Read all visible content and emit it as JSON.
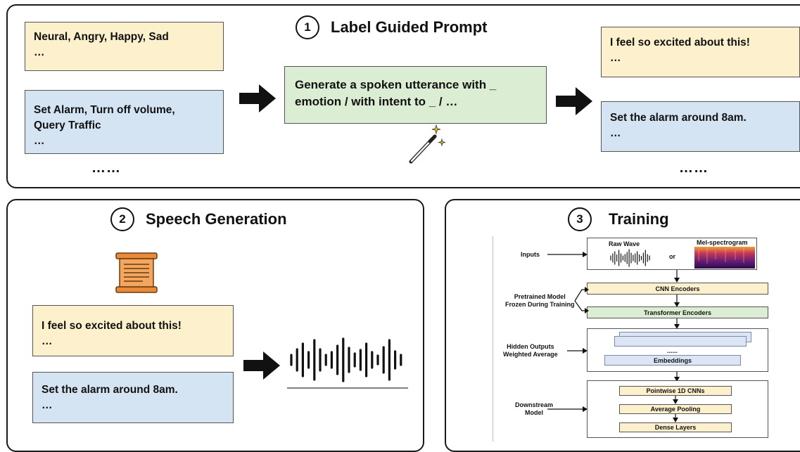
{
  "section1": {
    "number": "1",
    "title": "Label Guided Prompt",
    "emotion_box": [
      "Neural, Angry, Happy, Sad",
      "…"
    ],
    "intent_box": [
      "Set Alarm, Turn off volume,",
      "Query Traffic",
      "…"
    ],
    "left_ellipsis": "……",
    "prompt_box": [
      "Generate a spoken utterance with _",
      "emotion / with intent to _ / …"
    ],
    "output_emotion_box": [
      "I feel so excited about this!",
      "…"
    ],
    "output_intent_box": [
      "Set the alarm around 8am.",
      "…"
    ],
    "right_ellipsis": "……"
  },
  "section2": {
    "number": "2",
    "title": "Speech Generation",
    "text_box_1": [
      "I feel so excited about this!",
      "…"
    ],
    "text_box_2": [
      "Set the alarm around 8am.",
      "…"
    ]
  },
  "section3": {
    "number": "3",
    "title": "Training",
    "inputs_label": "Inputs",
    "raw_wave_label": "Raw Wave",
    "or_label": "or",
    "mel_label": "Mel-spectrogram",
    "pretrained_label": [
      "Pretrained Model",
      "Frozen During Training"
    ],
    "cnn_encoders": "CNN Encoders",
    "transformer_encoders": "Transformer Encoders",
    "hidden_label": [
      "Hidden Outputs",
      "Weighted Average"
    ],
    "embeddings_dots": "......",
    "embeddings": "Embeddings",
    "downstream_label": [
      "Downstream",
      "Model"
    ],
    "pointwise": "Pointwise 1D CNNs",
    "average_pooling": "Average Pooling",
    "dense_layers": "Dense Layers"
  },
  "colors": {
    "yellow_box": "#fdf1cd",
    "blue_box": "#d5e4f3",
    "green_box": "#dbeed3",
    "scroll_orange": "#e98a3a",
    "mel_purple": "#4a1a6e"
  },
  "icons": [
    "magic-wand-icon",
    "scroll-icon",
    "waveform-icon",
    "arrow-right-icon"
  ]
}
